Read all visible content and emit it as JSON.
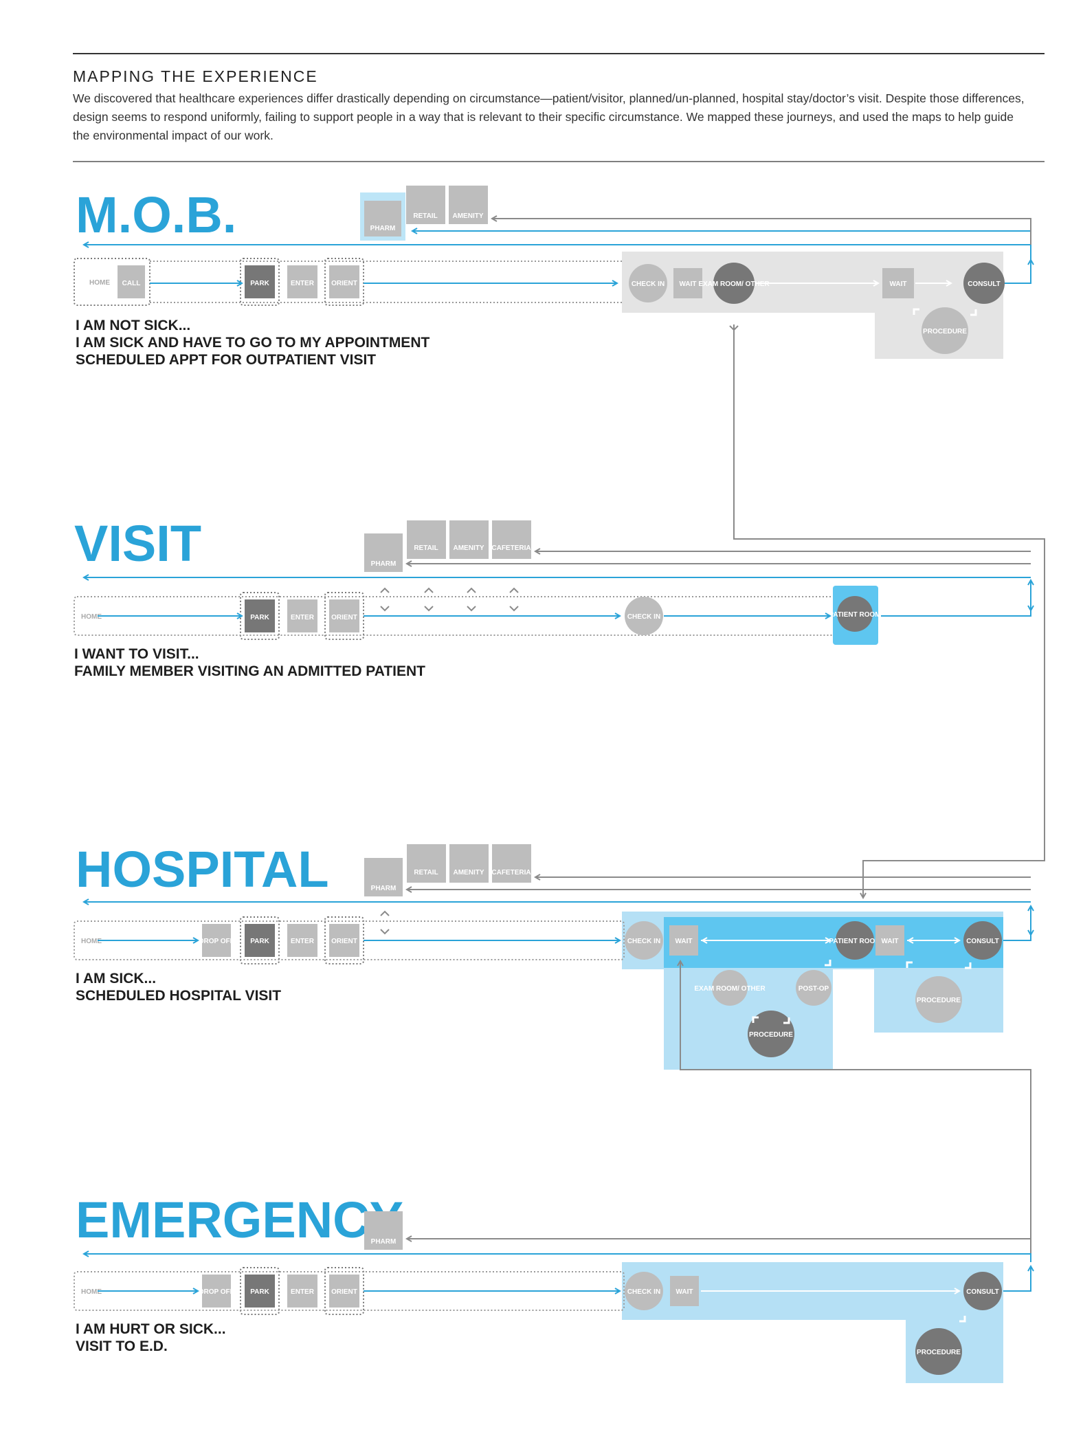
{
  "header": {
    "title": "MAPPING THE EXPERIENCE",
    "body": "We discovered that healthcare experiences differ drastically depending on circumstance—patient/visitor, planned/un-planned, hospital stay/doctor’s visit. Despite those differences, design seems to respond uniformly, failing to support people in a way that is relevant to their specific circumstance. We mapped these journeys, and used the maps to help guide the environmental impact of our work."
  },
  "colors": {
    "accent": "#2aa3d8",
    "light_gray": "#bdbdbd",
    "dark_gray": "#777777",
    "zone_gray": "#e4e4e4",
    "zone_blue": "#b5e0f5",
    "zone_blue_strong": "#5ec6f0",
    "line_gray": "#8a8a8a"
  },
  "sections": {
    "mob": {
      "title": "M.O.B.",
      "captions": [
        "I AM NOT SICK...",
        "I AM SICK AND HAVE TO GO TO MY APPOINTMENT",
        "SCHEDULED APPT FOR OUTPATIENT VISIT"
      ],
      "amenities": [
        "PHARM",
        "RETAIL",
        "AMENITY"
      ],
      "nodes": {
        "home": "HOME",
        "call": "CALL",
        "park": "PARK",
        "enter": "ENTER",
        "orient": "ORIENT",
        "checkin": "CHECK IN",
        "wait1": "WAIT",
        "exam": "EXAM ROOM/ OTHER",
        "wait2": "WAIT",
        "consult": "CONSULT",
        "procedure": "PROCEDURE"
      }
    },
    "visit": {
      "title": "VISIT",
      "captions": [
        "I WANT TO VISIT...",
        "FAMILY MEMBER VISITING AN ADMITTED PATIENT"
      ],
      "amenities": [
        "PHARM",
        "RETAIL",
        "AMENITY",
        "CAFETERIA"
      ],
      "nodes": {
        "home": "HOME",
        "park": "PARK",
        "enter": "ENTER",
        "orient": "ORIENT",
        "checkin": "CHECK IN",
        "patient_room": "PATIENT ROOM"
      }
    },
    "hospital": {
      "title": "HOSPITAL",
      "captions": [
        "I AM SICK...",
        "SCHEDULED HOSPITAL VISIT"
      ],
      "amenities": [
        "PHARM",
        "RETAIL",
        "AMENITY",
        "CAFETERIA"
      ],
      "nodes": {
        "home": "HOME",
        "dropoff": "DROP OFF",
        "park": "PARK",
        "enter": "ENTER",
        "orient": "ORIENT",
        "checkin": "CHECK IN",
        "wait1": "WAIT",
        "patient_room": "PATIENT ROOM",
        "wait2": "WAIT",
        "consult": "CONSULT",
        "exam": "EXAM ROOM/ OTHER",
        "postop": "POST-OP",
        "procedure1": "PROCEDURE",
        "procedure2": "PROCEDURE"
      }
    },
    "emergency": {
      "title": "EMERGENCY",
      "captions": [
        "I AM HURT OR SICK...",
        "VISIT TO E.D."
      ],
      "amenities": [
        "PHARM"
      ],
      "nodes": {
        "home": "HOME",
        "dropoff": "DROP OFF",
        "park": "PARK",
        "enter": "ENTER",
        "orient": "ORIENT",
        "checkin": "CHECK IN",
        "wait": "WAIT",
        "consult": "CONSULT",
        "procedure": "PROCEDURE"
      }
    }
  }
}
